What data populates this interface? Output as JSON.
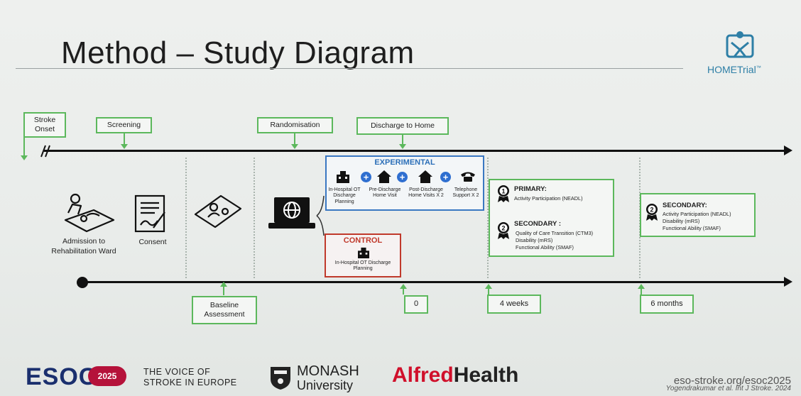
{
  "title": "Method – Study Diagram",
  "brand": {
    "name": "HOMETrial",
    "tm": "™"
  },
  "top_labels": {
    "stroke_onset": "Stroke Onset",
    "screening": "Screening",
    "randomisation": "Randomisation",
    "discharge": "Discharge to Home"
  },
  "phases": {
    "admission": "Admission to Rehabilitation Ward",
    "consent": "Consent"
  },
  "experimental": {
    "heading": "EXPERIMENTAL",
    "items": [
      "In-Hospital OT Discharge Planning",
      "Pre-Discharge Home Visit",
      "Post-Discharge Home Visits X 2",
      "Telephone Support X 2"
    ]
  },
  "control": {
    "heading": "CONTROL",
    "item": "In-Hospital OT Discharge Planning"
  },
  "outcomes_4wk": {
    "primary_head": "PRIMARY:",
    "primary_items": [
      "Activity Participation (NEADL)"
    ],
    "secondary_head": "SECONDARY :",
    "secondary_items": [
      "Quality of Care Transition (CTM3)",
      "Disability (mRS)",
      "Functional Ability (SMAF)"
    ]
  },
  "outcomes_6mo": {
    "secondary_head": "SECONDARY:",
    "secondary_items": [
      "Activity Participation (NEADL)",
      "Disability (mRS)",
      "Functional Ability (SMAF)"
    ]
  },
  "bottom_labels": {
    "baseline": "Baseline Assessment",
    "t0": "0",
    "t4": "4 weeks",
    "t6": "6 months"
  },
  "footer": {
    "esoc": "ESOC",
    "esoc_year": "2025",
    "voice": "THE VOICE OF STROKE IN EUROPE",
    "monash_1": "MONASH",
    "monash_2": "University",
    "alfred_1": "Alfred",
    "alfred_2": "Health",
    "url": "eso-stroke.org/esoc2025",
    "citation": "Yogendrakumar et al. Int J Stroke. 2024"
  },
  "colors": {
    "green": "#5cb85c",
    "blue": "#3a78c2",
    "red": "#c0392b",
    "alfred_red": "#d0102b"
  }
}
